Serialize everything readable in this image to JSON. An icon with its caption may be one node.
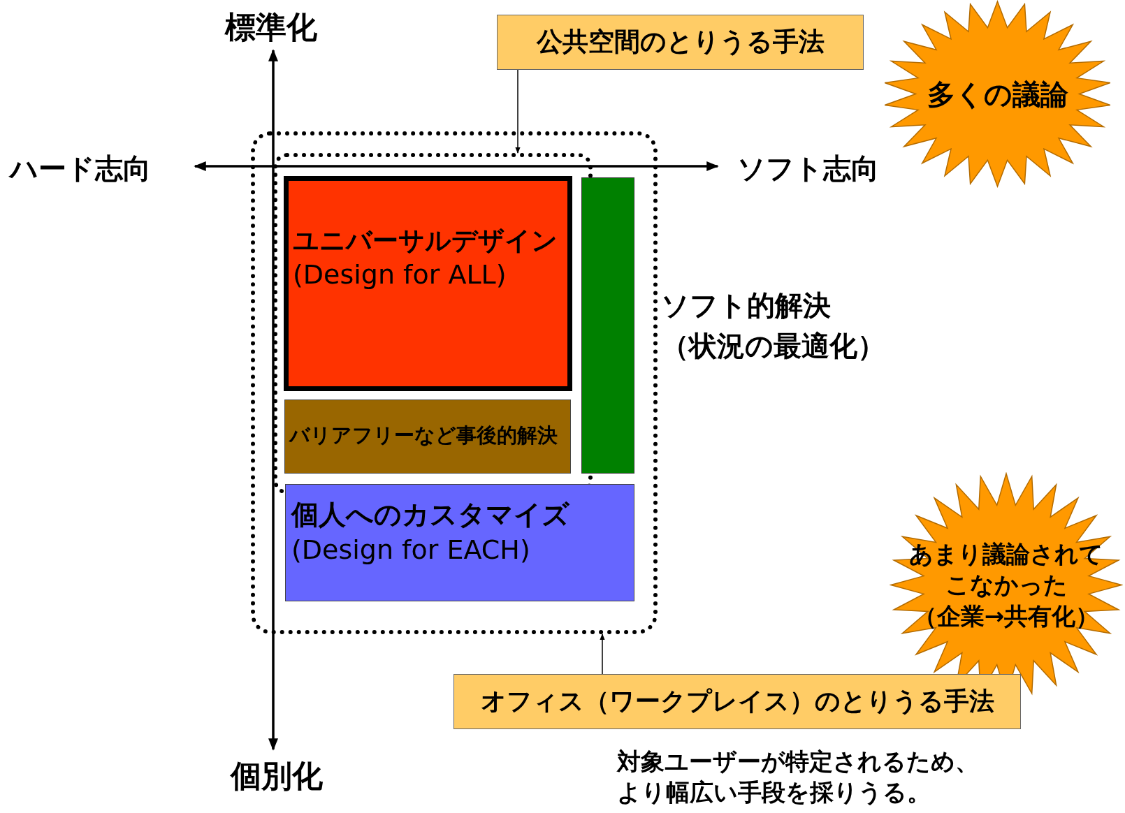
{
  "diagram": {
    "nodes": [
      {
        "text": [
          "公共空間のとりうる手法"
        ]
      },
      {
        "text": [],
        "shape": "box"
      },
      {
        "text": [],
        "shape": "box",
        "in": 1
      },
      {
        "text": [
          "ユニバーサルデザイン",
          "(Design for ALL)"
        ],
        "in": 2
      },
      {
        "text": [
          "バリアフリーなど事後的解決"
        ],
        "in": 2
      },
      {
        "text": [],
        "shape": "bar",
        "in": 1,
        "beside": [
          "ソフト的解決",
          "（状況の最適化）"
        ]
      },
      {
        "text": [
          "個人へのカスタマイズ",
          "(Design for EACH)"
        ],
        "in": 1
      },
      {
        "text": [
          "オフィス（ワークプレイス）のとりうる手法"
        ]
      },
      {
        "text": [
          "多くの議論"
        ]
      },
      {
        "text": [
          "あまり議論されてこなかった",
          "（企業→共有化）"
        ]
      }
    ],
    "edges": [
      {
        "from": 0,
        "to": 2,
        "arrow": "to"
      },
      {
        "from": 7,
        "to": 1,
        "arrow": "to"
      }
    ],
    "labels": [
      "標準化",
      "ハード志向",
      "ソフト志向",
      "個別化",
      "対象ユーザーが特定されるため、より幅広い手段を採りうる。"
    ]
  }
}
